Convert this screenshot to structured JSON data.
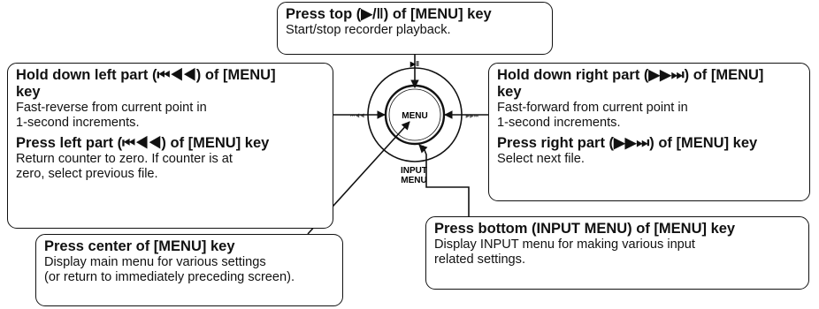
{
  "boxes": {
    "top": {
      "title": "Press top (▶/‖) of [MENU] key",
      "body": "Start/stop recorder playback."
    },
    "left": {
      "title1": "Hold down left part (⏮◀◀) of [MENU]\nkey",
      "body1": "Fast-reverse from current point in\n1-second increments.",
      "title2": "Press left part (⏮◀◀) of [MENU] key",
      "body2": "Return counter to zero. If counter is at\nzero, select previous file."
    },
    "right": {
      "title1": "Hold down right part (▶▶⏭) of [MENU]\nkey",
      "body1": "Fast-forward from current point in\n1-second increments.",
      "title2": "Press right part (▶▶⏭) of [MENU] key",
      "body2": "Select next file."
    },
    "center": {
      "title": "Press center of [MENU] key",
      "body": "Display main menu for various settings\n(or return to immediately preceding screen)."
    },
    "bottom": {
      "title": "Press bottom (INPUT MENU) of [MENU] key",
      "body": "Display INPUT menu for making various input\nrelated settings."
    }
  },
  "dial": {
    "center_label": "MENU",
    "bottom_label_1": "INPUT",
    "bottom_label_2": "MENU",
    "top_symbol": "▶‖",
    "left_symbol": "⏮◀◀",
    "right_symbol": "▶▶⏭"
  }
}
